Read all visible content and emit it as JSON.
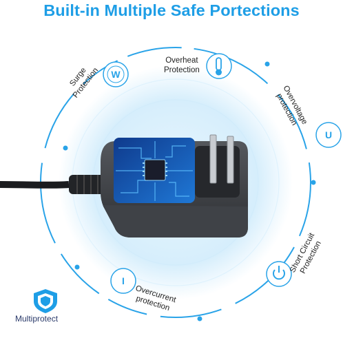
{
  "title": "Built-in Multiple Safe Portections",
  "protections": [
    {
      "line1": "Surge",
      "line2": "Protection",
      "icon": "surge-icon",
      "glyph": "W"
    },
    {
      "line1": "Overheat",
      "line2": "Protection",
      "icon": "thermometer-icon"
    },
    {
      "line1": "Overvoltage",
      "line2": "protection",
      "icon": "overvoltage-icon",
      "glyph": "U"
    },
    {
      "line1": "Short Circuit",
      "line2": "Protection",
      "icon": "power-icon"
    },
    {
      "line1": "Overcurrent",
      "line2": "protection",
      "icon": "overcurrent-icon",
      "glyph": "I"
    }
  ],
  "badge": {
    "label": "Multiprotect",
    "icon": "shield-icon"
  },
  "colors": {
    "accent": "#1e9ee6",
    "ring": "#cfe9f9",
    "adapter": "#3a3d42"
  }
}
